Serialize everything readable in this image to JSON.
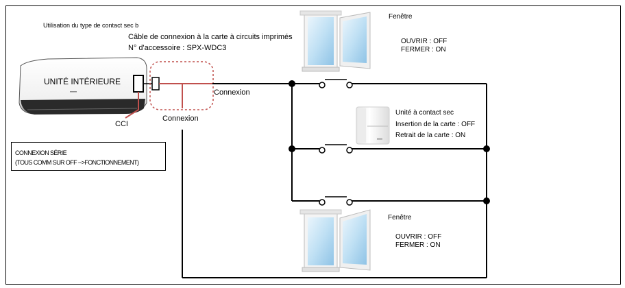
{
  "title": "Utilisation du type de contact sec b",
  "cable": {
    "line1": "Câble de connexion à la carte à circuits imprimés",
    "line2": "N° d'accessoire : SPX-WDC3"
  },
  "indoor_unit": {
    "label": "UNITÉ INTÉRIEURE"
  },
  "labels": {
    "connexion_right": "Connexion",
    "connexion_bottom": "Connexion",
    "cci": "CCI"
  },
  "window_top": {
    "title": "Fenêtre",
    "open": "OUVRIR : OFF",
    "close": "FERMER : ON"
  },
  "dry_contact": {
    "title": "Unité à contact sec",
    "insert": "Insertion de la carte : OFF",
    "remove": "Retrait de la carte : ON"
  },
  "window_bottom": {
    "title": "Fenêtre",
    "open": "OUVRIR : OFF",
    "close": "FERMER : ON"
  },
  "note": {
    "line1": "CONNEXION SÉRIE",
    "line2": "(TOUS COMM SUR OFF -->FONCTIONNEMENT)"
  },
  "colors": {
    "wire": "#000000",
    "cable_red": "#c0504d",
    "glass": "#cfe6f5",
    "frame": "#e8e8e8"
  }
}
